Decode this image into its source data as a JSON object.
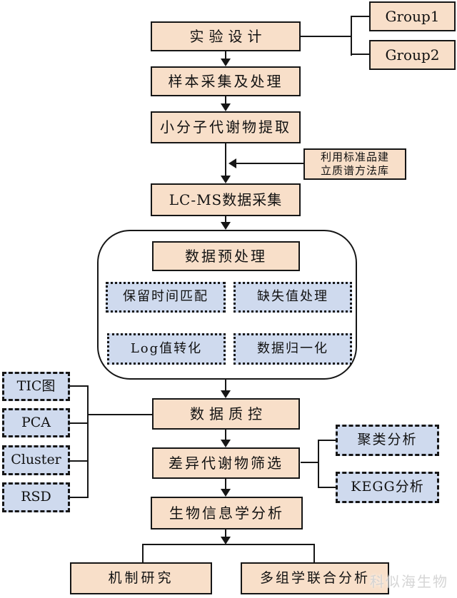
{
  "diagram": {
    "nodes": {
      "experiment_design": "实验设计",
      "group1": "Group1",
      "group2": "Group2",
      "sample_collection": "样本采集及处理",
      "metabolite_extraction": "小分子代谢物提取",
      "standards_note_line1": "利用标准品建",
      "standards_note_line2": "立质谱方法库",
      "lcms_acquisition": "LC-MS数据采集",
      "preprocessing": "数据预处理",
      "rt_match": "保留时间匹配",
      "missing_value": "缺失值处理",
      "log_transform": "Log值转化",
      "normalization": "数据归一化",
      "tic": "TIC图",
      "pca": "PCA",
      "cluster": "Cluster",
      "rsd": "RSD",
      "qc": "数据质控",
      "diff_screening": "差异代谢物筛选",
      "cluster_analysis": "聚类分析",
      "kegg_analysis": "KEGG分析",
      "bioinformatics": "生物信息学分析",
      "mechanism": "机制研究",
      "multiomics": "多组学联合分析"
    },
    "watermark": "科似海生物",
    "colors": {
      "main_node_fill": "#F8DFC9",
      "sub_node_fill": "#CFDAEE",
      "line": "#161616",
      "background": "#FFFFFF"
    }
  }
}
